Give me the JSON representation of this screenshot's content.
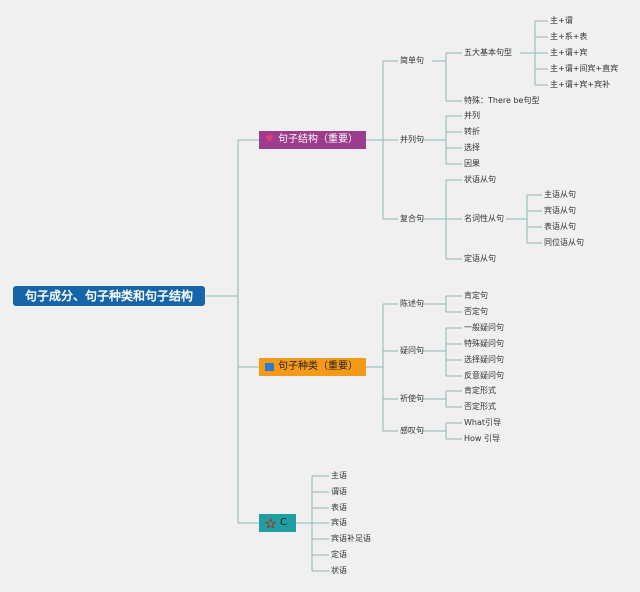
{
  "root": "句子成分、句子种类和句子结构",
  "b1": {
    "label": "句子结构（重要）",
    "simple": {
      "label": "简单句",
      "five_label": "五大基本句型",
      "five": [
        "主+谓",
        "主+系+表",
        "主+谓+宾",
        "主+谓+间宾+直宾",
        "主+谓+宾+宾补"
      ],
      "special": "特殊：There be句型"
    },
    "compound": {
      "label": "并列句",
      "items": [
        "并列",
        "转折",
        "选择",
        "因果"
      ]
    },
    "complex": {
      "label": "复合句",
      "adverbial": "状语从句",
      "noun_label": "名词性从句",
      "noun": [
        "主语从句",
        "宾语从句",
        "表语从句",
        "同位语从句"
      ],
      "attributive": "定语从句"
    }
  },
  "b2": {
    "label": "句子种类（重要）",
    "groups": [
      {
        "label": "陈述句",
        "items": [
          "肯定句",
          "否定句"
        ]
      },
      {
        "label": "疑问句",
        "items": [
          "一般疑问句",
          "特殊疑问句",
          "选择疑问句",
          "反意疑问句"
        ]
      },
      {
        "label": "祈使句",
        "items": [
          "肯定形式",
          "否定形式"
        ]
      },
      {
        "label": "感叹句",
        "items": [
          "What引导",
          "How 引导"
        ]
      }
    ]
  },
  "b3": {
    "label": "C",
    "items": [
      "主语",
      "谓语",
      "表语",
      "宾语",
      "宾语补足语",
      "定语",
      "状语"
    ]
  },
  "colors": {
    "root": "#1565a8",
    "b1": "#9c3c8c",
    "b2": "#f59a18",
    "b3": "#1f9fa2",
    "line": "#8fb5b5",
    "bg": "#f1f0f0"
  }
}
